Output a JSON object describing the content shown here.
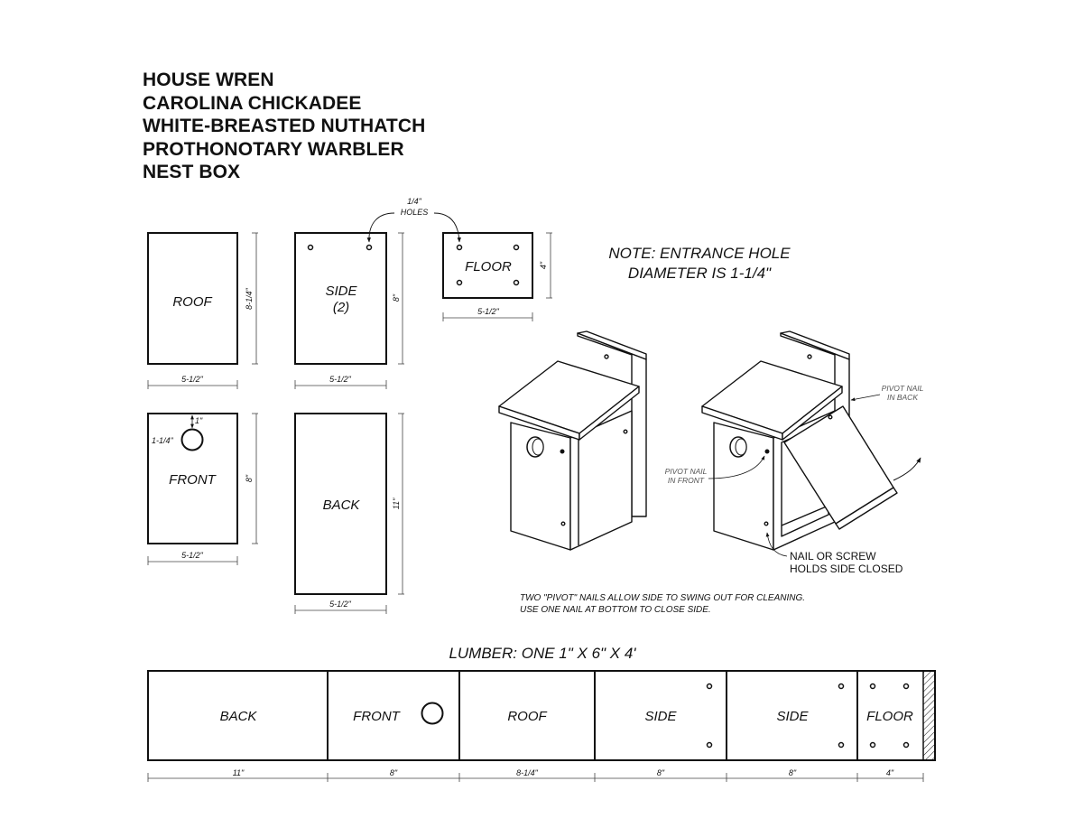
{
  "title_lines": [
    "HOUSE WREN",
    "CAROLINA CHICKADEE",
    "WHITE-BREASTED NUTHATCH",
    "PROTHONOTARY WARBLER",
    "NEST BOX"
  ],
  "parts": {
    "roof": {
      "label": "ROOF",
      "width": "5-1/2\"",
      "height": "8-1/4\""
    },
    "side": {
      "label": "SIDE",
      "count": "(2)",
      "width": "5-1/2\"",
      "height": "8\""
    },
    "floor": {
      "label": "FLOOR",
      "width": "5-1/2\"",
      "height": "4\""
    },
    "front": {
      "label": "FRONT",
      "width": "5-1/2\"",
      "height": "8\"",
      "hole_offset": "1\"",
      "hole_diameter": "1-1/4\""
    },
    "back": {
      "label": "BACK",
      "width": "5-1/2\"",
      "height": "11\""
    }
  },
  "holes_callout": {
    "line1": "1/4\"",
    "line2": "HOLES"
  },
  "note": {
    "line1": "NOTE:  ENTRANCE HOLE",
    "line2": "DIAMETER IS 1-1/4\""
  },
  "callouts": {
    "pivot_back": {
      "line1": "PIVOT NAIL",
      "line2": "IN BACK"
    },
    "pivot_front": {
      "line1": "PIVOT NAIL",
      "line2": "IN FRONT"
    },
    "nail_screw": {
      "line1": "NAIL OR SCREW",
      "line2": "HOLDS SIDE CLOSED"
    }
  },
  "instructions": {
    "line1": "TWO \"PIVOT\" NAILS ALLOW SIDE TO SWING OUT FOR CLEANING.",
    "line2": "USE ONE NAIL AT BOTTOM TO CLOSE SIDE."
  },
  "lumber": {
    "title": "LUMBER:  ONE 1\" X 6\" X 4'",
    "segments": [
      {
        "label": "BACK",
        "length": "11\""
      },
      {
        "label": "FRONT",
        "length": "8\""
      },
      {
        "label": "ROOF",
        "length": "8-1/4\""
      },
      {
        "label": "SIDE",
        "length": "8\""
      },
      {
        "label": "SIDE",
        "length": "8\""
      },
      {
        "label": "FLOOR",
        "length": "4\""
      }
    ]
  }
}
